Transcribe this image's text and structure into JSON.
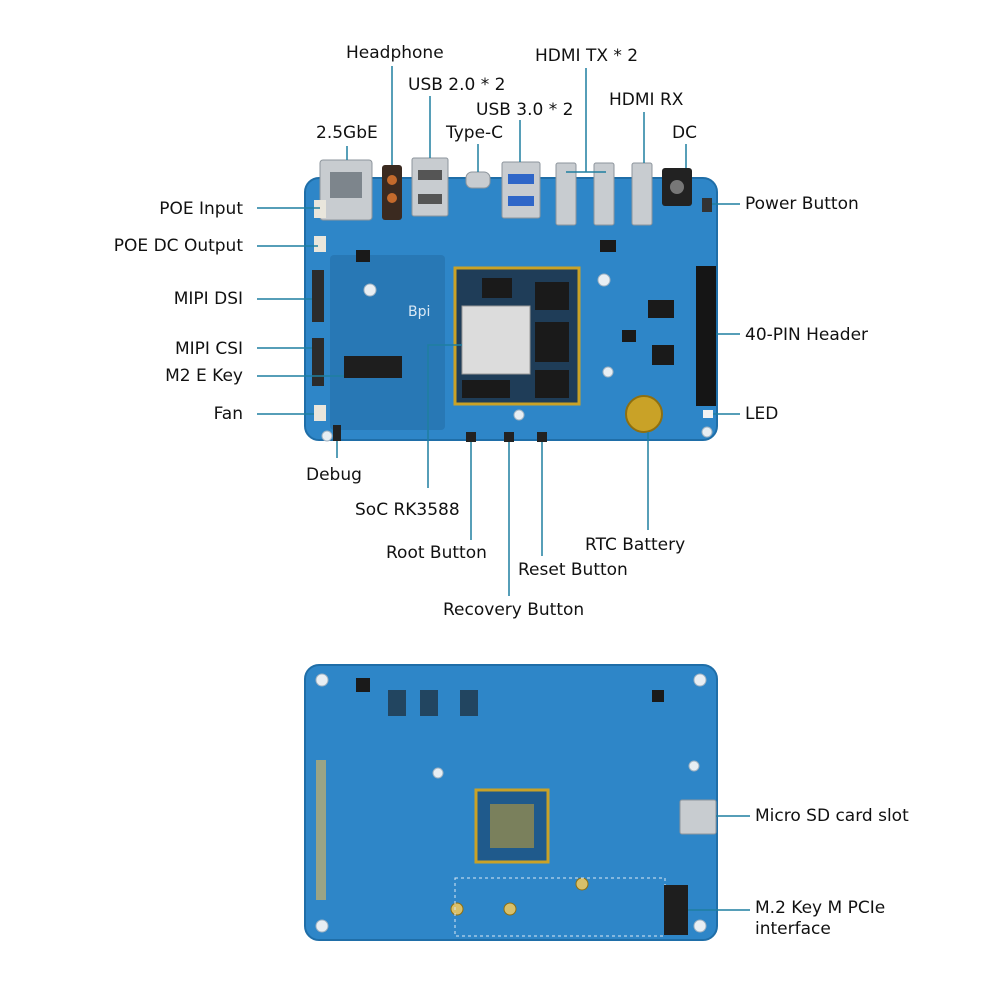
{
  "colors": {
    "board": "#2e86c8",
    "board_edge": "#1f6ea8",
    "pcb_dark": "#1d5f93",
    "silk": "#d9e8f5",
    "leader": "#1f7fa0",
    "chip_dark": "#1a1a1a",
    "chip_gold": "#c9a227",
    "metal": "#c8ccd0",
    "text": "#111111"
  },
  "top_view": {
    "labels": {
      "headphone": "Headphone",
      "usb20": "USB 2.0 * 2",
      "hdmi_tx": "HDMI TX * 2",
      "usb30": "USB 3.0 * 2",
      "hdmi_rx": "HDMI RX",
      "gbe": "2.5GbE",
      "typec": "Type-C",
      "dc": "DC",
      "poe_input": "POE Input",
      "power_button": "Power Button",
      "poe_dc_output": "POE DC Output",
      "mipi_dsi": "MIPI DSI",
      "header40": "40-PIN Header",
      "mipi_csi": "MIPI CSI",
      "m2_e_key": "M2 E Key",
      "fan": "Fan",
      "led": "LED",
      "debug": "Debug",
      "soc": "SoC RK3588",
      "rtc_battery": "RTC Battery",
      "root_button": "Root Button",
      "reset_button": "Reset Button",
      "recovery_button": "Recovery Button"
    }
  },
  "bottom_view": {
    "labels": {
      "micro_sd": "Micro SD card slot",
      "m2_key_m": "M.2 Key M PCIe interface"
    }
  }
}
